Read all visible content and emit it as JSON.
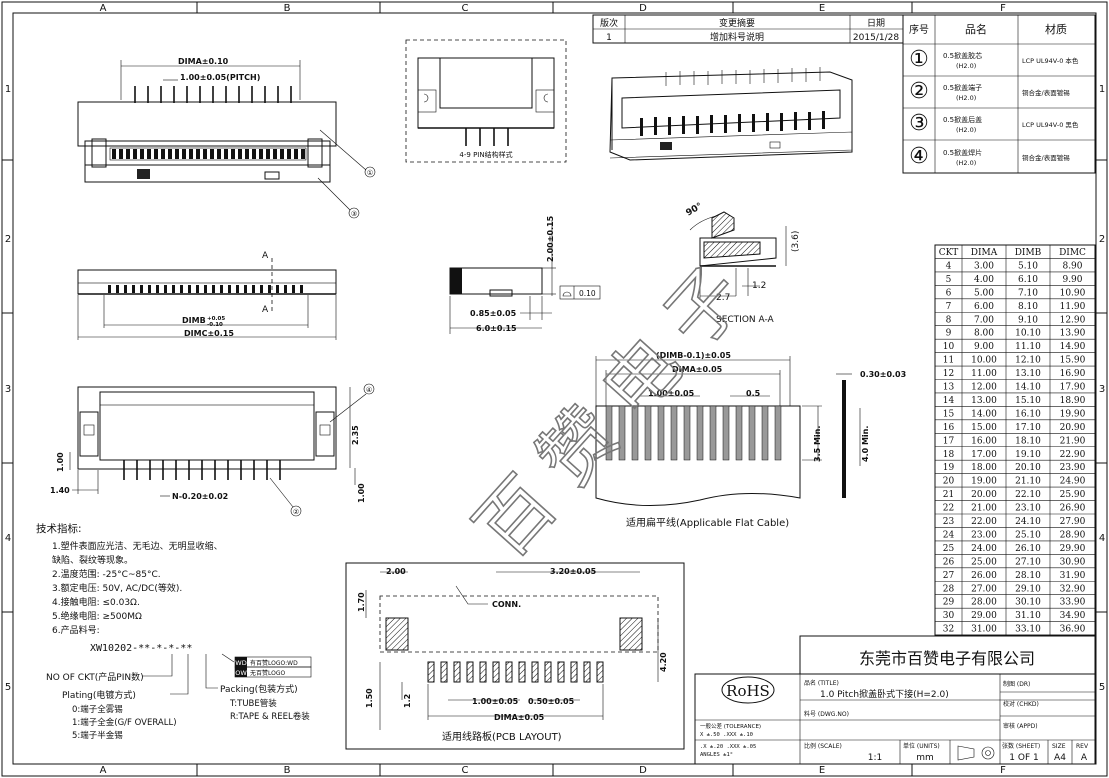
{
  "frame": {
    "cols": [
      "A",
      "B",
      "C",
      "D",
      "E",
      "F"
    ],
    "rows": [
      "1",
      "2",
      "3",
      "4",
      "5"
    ]
  },
  "revision": {
    "headers": [
      "版次",
      "变更摘要",
      "日期"
    ],
    "rows": [
      [
        "1",
        "增加料号说明",
        "2015/1/28"
      ]
    ]
  },
  "parts": {
    "headers": [
      "序号",
      "品名",
      "材质"
    ],
    "rows": [
      {
        "no": "①",
        "name": "0.5掀盖胶芯",
        "sub": "(H2.0)",
        "mat": "LCP UL94V-0 本色"
      },
      {
        "no": "②",
        "name": "0.5掀盖端子",
        "sub": "(H2.0)",
        "mat": "铜合金/表面镀锡"
      },
      {
        "no": "③",
        "name": "0.5掀盖后盖",
        "sub": "(H2.0)",
        "mat": "LCP UL94V-0 黑色"
      },
      {
        "no": "④",
        "name": "0.5掀盖焊片",
        "sub": "(H2.0)",
        "mat": "铜合金/表面镀锡"
      }
    ]
  },
  "ckt_table": {
    "headers": [
      "CKT",
      "DIMA",
      "DIMB",
      "DIMC"
    ],
    "rows": [
      [
        "4",
        "3.00",
        "5.10",
        "8.90"
      ],
      [
        "5",
        "4.00",
        "6.10",
        "9.90"
      ],
      [
        "6",
        "5.00",
        "7.10",
        "10.90"
      ],
      [
        "7",
        "6.00",
        "8.10",
        "11.90"
      ],
      [
        "8",
        "7.00",
        "9.10",
        "12.90"
      ],
      [
        "9",
        "8.00",
        "10.10",
        "13.90"
      ],
      [
        "10",
        "9.00",
        "11.10",
        "14.90"
      ],
      [
        "11",
        "10.00",
        "12.10",
        "15.90"
      ],
      [
        "12",
        "11.00",
        "13.10",
        "16.90"
      ],
      [
        "13",
        "12.00",
        "14.10",
        "17.90"
      ],
      [
        "14",
        "13.00",
        "15.10",
        "18.90"
      ],
      [
        "15",
        "14.00",
        "16.10",
        "19.90"
      ],
      [
        "16",
        "15.00",
        "17.10",
        "20.90"
      ],
      [
        "17",
        "16.00",
        "18.10",
        "21.90"
      ],
      [
        "18",
        "17.00",
        "19.10",
        "22.90"
      ],
      [
        "19",
        "18.00",
        "20.10",
        "23.90"
      ],
      [
        "20",
        "19.00",
        "21.10",
        "24.90"
      ],
      [
        "21",
        "20.00",
        "22.10",
        "25.90"
      ],
      [
        "22",
        "21.00",
        "23.10",
        "26.90"
      ],
      [
        "23",
        "22.00",
        "24.10",
        "27.90"
      ],
      [
        "24",
        "23.00",
        "25.10",
        "28.90"
      ],
      [
        "25",
        "24.00",
        "26.10",
        "29.90"
      ],
      [
        "26",
        "25.00",
        "27.10",
        "30.90"
      ],
      [
        "27",
        "26.00",
        "28.10",
        "31.90"
      ],
      [
        "28",
        "27.00",
        "29.10",
        "32.90"
      ],
      [
        "29",
        "28.00",
        "30.10",
        "33.90"
      ],
      [
        "30",
        "29.00",
        "31.10",
        "34.90"
      ],
      [
        "32",
        "31.00",
        "33.10",
        "36.90"
      ]
    ]
  },
  "dims": {
    "dima_pitch_top": "DIMA±0.10",
    "pitch": "1.00±0.05(PITCH)",
    "a_mark": "A",
    "dimb": "DIMB",
    "dimb_tol_up": "+0.05",
    "dimb_tol_dn": "-0.10",
    "dimc": "DIMC±0.15",
    "dim_2_00": "2.00±0.15",
    "dim_0_10": "0.10",
    "dim_0_85": "0.85±0.05",
    "dim_6_0": "6.0±0.15",
    "angle_90": "90°",
    "dim_3_6": "(3.6)",
    "dim_1_2": "1.2",
    "dim_2_7": "2.7",
    "section": "SECTION A-A",
    "dim_1_00": "1.00",
    "dim_1_40": "1.40",
    "dim_n": "N-0.20±0.02",
    "dim_2_35": "2.35",
    "dim_1_00b": "1.00",
    "fc_dimb": "(DIMB-0.1)±0.05",
    "fc_dima": "DIMA±0.05",
    "fc_pitch": "1.00±0.05",
    "fc_05": "0.5",
    "fc_35": "3.5 Min.",
    "fc_40": "4.0 Min.",
    "fc_030": "0.30±0.03",
    "pcb_200": "2.00",
    "pcb_320": "3.20±0.05",
    "pcb_170": "1.70",
    "pcb_conn": "CONN.",
    "pcb_420": "4.20",
    "pcb_150": "1.50",
    "pcb_12": "1.2",
    "pcb_100": "1.00±0.05",
    "pcb_050": "0.50±0.05",
    "pcb_dima": "DIMA±0.05"
  },
  "captions": {
    "pin_style": "4-9 PIN结构样式",
    "flat_cable": "适用扁平线(Applicable Flat Cable)",
    "pcb_layout": "适用线路板(PCB LAYOUT)"
  },
  "callouts": [
    "①",
    "②",
    "③",
    "④"
  ],
  "tech": {
    "title": "技术指标:",
    "items": [
      "1.塑件表面应光洁、无毛边、无明显收缩、",
      "  缺陷、裂纹等现象。",
      "2.温度范围: -25°C~85°C.",
      "3.额定电压: 50V, AC/DC(等效).",
      "4.接触电阻: ≤0.03Ω.",
      "5.绝缘电阻: ≥500MΩ",
      "6.产品料号:"
    ],
    "part_no": "XW10202-**-*-*-**",
    "ckt_label": "NO OF CKT(产品PIN数)",
    "plating_label": "Plating(电镀方式)",
    "plating_items": [
      "0:端子全雾锡",
      "1:端子全金(G/F OVERALL)",
      "5:端子半金锡"
    ],
    "packing_label": "Packing(包装方式)",
    "packing_items": [
      "T:TUBE管装",
      "R:TAPE & REEL卷装"
    ],
    "logo_note_1": "有百赞LOGO:WD",
    "logo_note_2": "无百赞LOGO",
    "logo_code_1": "WD",
    "logo_code_2": "OW"
  },
  "title_block": {
    "company": "东莞市百赞电子有限公司",
    "rohs": "RoHS",
    "title_label": "品名 (TITLE)",
    "title": "1.0 Pitch掀盖卧式下接(H=2.0)",
    "drawn_label": "制图 (DR)",
    "checked_label": "校对 (CHKD)",
    "approved_label": "审核 (APPD)",
    "dwg_label": "料号 (DWG.NO)",
    "tolerance_label": "一般公差 (TOLERANCE)",
    "tol_1": "X  ±.50   .XXX  ±.10",
    "tol_2": ".X  ±.20   .XXX  ±.05",
    "tol_3": "ANGLES     ±1°",
    "scale_label": "比例 (SCALE)",
    "scale": "1:1",
    "unit_label": "单位 (UNITS)",
    "unit": "mm",
    "sheet_label": "张数 (SHEET)",
    "sheet": "1 OF 1",
    "size_label": "SIZE",
    "size": "A4",
    "rev_label": "REV",
    "rev": "A"
  },
  "watermark": "百赞电子"
}
